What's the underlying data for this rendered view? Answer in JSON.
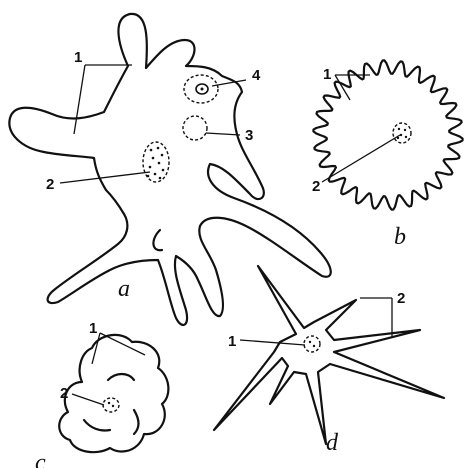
{
  "figure": {
    "panel_a": {
      "letter": "a",
      "labels": [
        "1",
        "2",
        "3",
        "4"
      ]
    },
    "panel_b": {
      "letter": "b",
      "labels": [
        "1",
        "2"
      ]
    },
    "panel_c": {
      "letter": "c",
      "labels": [
        "1",
        "2"
      ]
    },
    "panel_d": {
      "letter": "d",
      "labels": [
        "1",
        "2"
      ]
    }
  }
}
